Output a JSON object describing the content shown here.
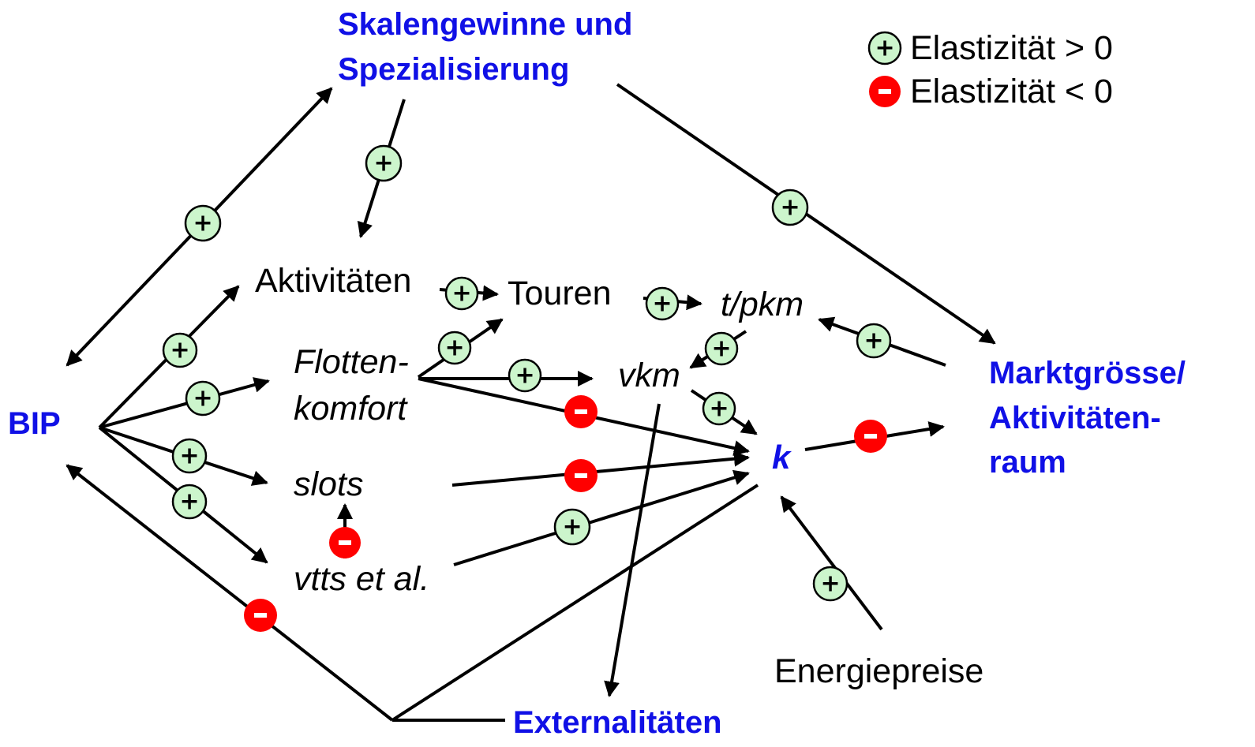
{
  "legend": {
    "positive": {
      "symbol": "+",
      "text": "Elastizität > 0"
    },
    "negative": {
      "symbol": "-",
      "text": "Elastizität < 0"
    }
  },
  "nodes": {
    "skalengewinne": [
      "Skalengewinne und",
      "Spezialisierung"
    ],
    "bip": "BIP",
    "aktivitaeten": "Aktivitäten",
    "touren": "Touren",
    "tpkm": "t/pkm",
    "flottenkomfort": [
      "Flotten-",
      "komfort"
    ],
    "vkm": "vkm",
    "slots": "slots",
    "vtts": "vtts et al.",
    "k": "k",
    "marktgroesse": [
      "Marktgrösse/",
      "Aktivitäten-",
      "raum"
    ],
    "energiepreise": "Energiepreise",
    "externalitaeten": "Externalitäten"
  },
  "colors": {
    "node_blue": "#1010e6",
    "positive_fill": "#ccf5cc",
    "negative_fill": "#ff0000",
    "arrow": "#000000"
  }
}
